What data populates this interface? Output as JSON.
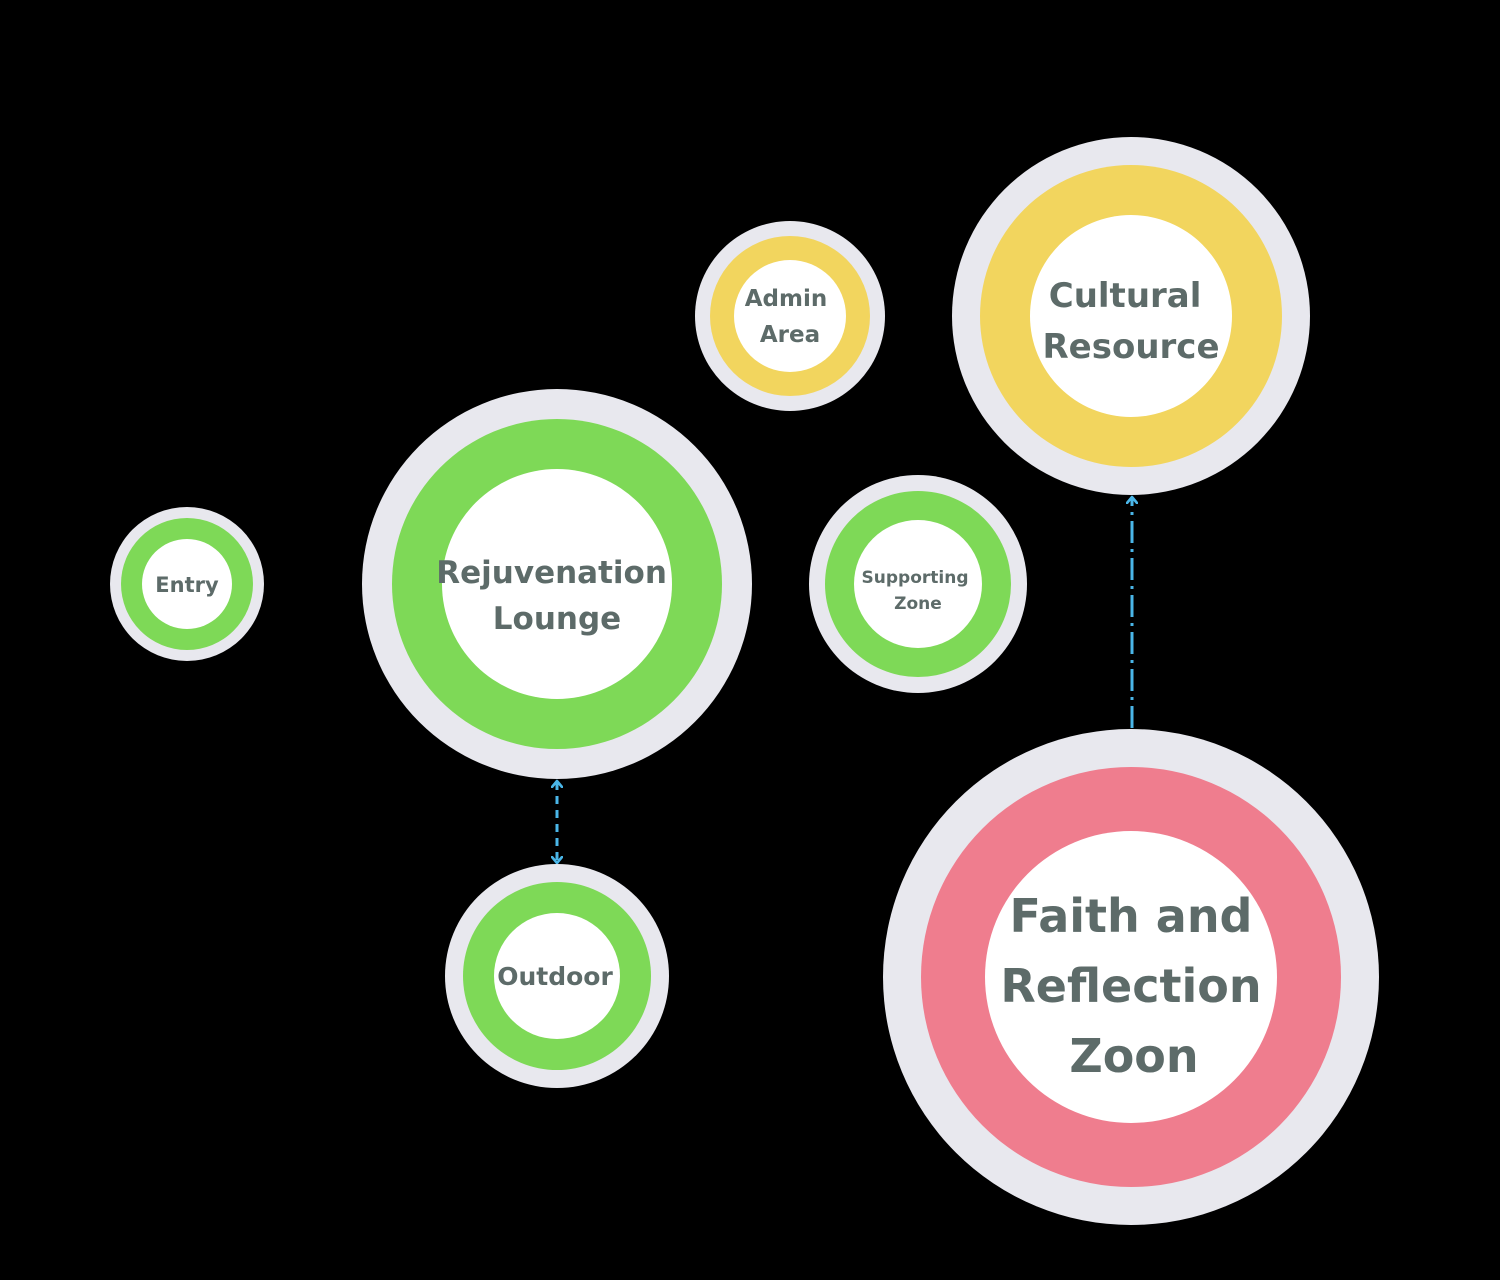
{
  "colors": {
    "background": "#000000",
    "halo": "#e8e8ee",
    "green": "#7ed957",
    "yellow": "#f2d55e",
    "pink": "#ef7d8e",
    "center": "#ffffff",
    "text": "#5d6b69",
    "connector": "#4ab6e8"
  },
  "nodes": {
    "entry": {
      "lines": [
        "Entry"
      ],
      "color": "green"
    },
    "rejuvenation_lounge": {
      "lines": [
        "Rejuvenation",
        "Lounge"
      ],
      "color": "green"
    },
    "admin_area": {
      "lines": [
        "Admin",
        "Area"
      ],
      "color": "yellow"
    },
    "cultural_resource": {
      "lines": [
        "Cultural",
        "Resource"
      ],
      "color": "yellow"
    },
    "supporting_zone": {
      "lines": [
        "Supporting",
        "Zone"
      ],
      "color": "green"
    },
    "outdoor": {
      "lines": [
        "Outdoor"
      ],
      "color": "green"
    },
    "faith_reflection": {
      "lines": [
        "Faith and",
        "Reflection",
        "Zoon"
      ],
      "color": "pink"
    }
  },
  "connectors": [
    {
      "from": "rejuvenation_lounge",
      "to": "outdoor",
      "style": "dashed",
      "arrows": "both"
    },
    {
      "from": "faith_reflection",
      "to": "cultural_resource",
      "style": "dash-dot",
      "arrows": "end"
    }
  ]
}
